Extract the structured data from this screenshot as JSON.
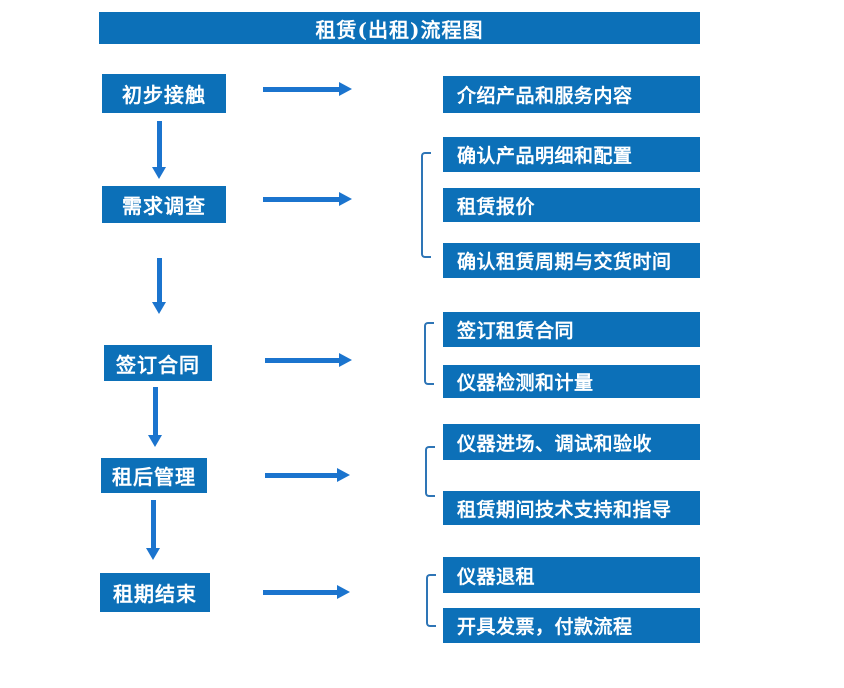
{
  "title": "租赁(出租)流程图",
  "colors": {
    "box_blue": "#0C70B8",
    "arrow_blue": "#1B74CE",
    "bracket_blue": "#2E75B6",
    "text": "#FFFFFF",
    "background": "#FFFFFF"
  },
  "stages": [
    {
      "label": "初步接触",
      "details": [
        "介绍产品和服务内容"
      ]
    },
    {
      "label": "需求调查",
      "details": [
        "确认产品明细和配置",
        "租赁报价",
        "确认租赁周期与交货时间"
      ]
    },
    {
      "label": "签订合同",
      "details": [
        "签订租赁合同",
        "仪器检测和计量"
      ]
    },
    {
      "label": "租后管理",
      "details": [
        "仪器进场、调试和验收",
        "租赁期间技术支持和指导"
      ]
    },
    {
      "label": "租期结束",
      "details": [
        "仪器退租",
        "开具发票，付款流程"
      ]
    }
  ]
}
